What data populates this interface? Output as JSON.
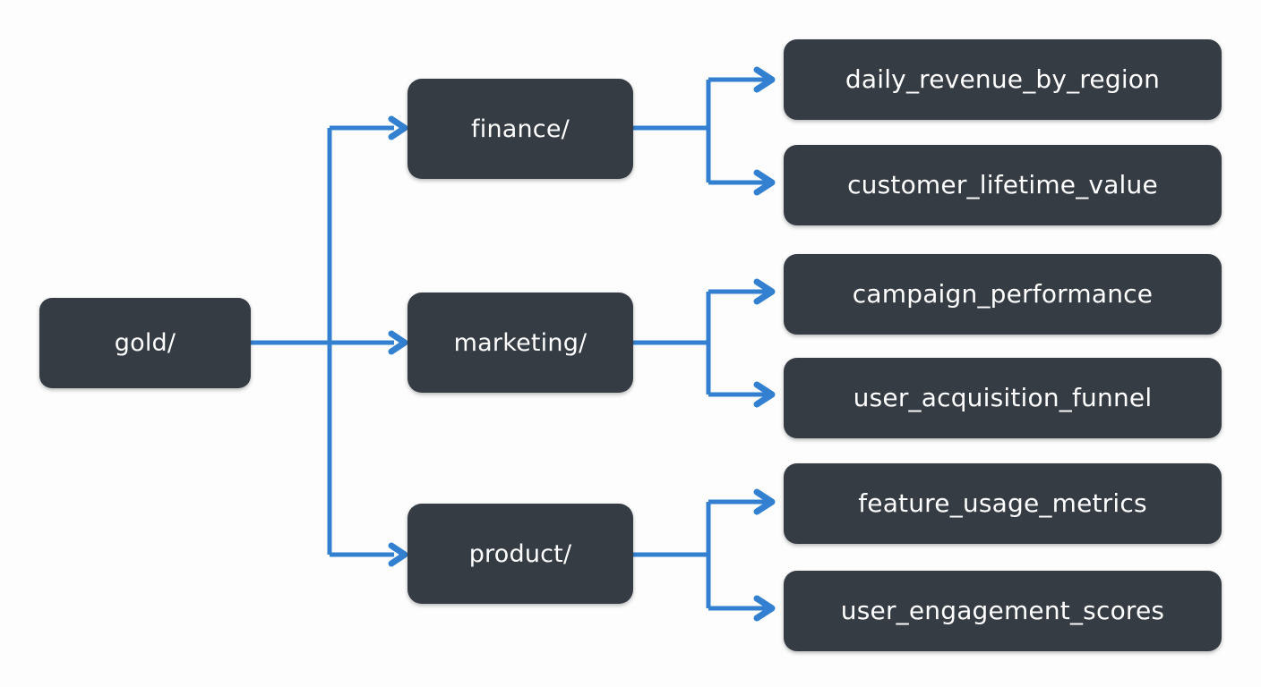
{
  "diagram": {
    "type": "tree",
    "orientation": "left-to-right",
    "background_color": "#fdfdfd",
    "node_fill": "#363c44",
    "node_text_color": "#ffffff",
    "edge_color": "#3380d0",
    "edge_width": 5,
    "arrow_style": "open-chevron",
    "root": {
      "id": "gold",
      "label": "gold/"
    },
    "branches": [
      {
        "id": "finance",
        "label": "finance/",
        "children": [
          {
            "id": "daily_revenue_by_region",
            "label": "daily_revenue_by_region"
          },
          {
            "id": "customer_lifetime_value",
            "label": "customer_lifetime_value"
          }
        ]
      },
      {
        "id": "marketing",
        "label": "marketing/",
        "children": [
          {
            "id": "campaign_performance",
            "label": "campaign_performance"
          },
          {
            "id": "user_acquisition_funnel",
            "label": "user_acquisition_funnel"
          }
        ]
      },
      {
        "id": "product",
        "label": "product/",
        "children": [
          {
            "id": "feature_usage_metrics",
            "label": "feature_usage_metrics"
          },
          {
            "id": "user_engagement_scores",
            "label": "user_engagement_scores"
          }
        ]
      }
    ],
    "leaves_flat": [
      "daily_revenue_by_region",
      "customer_lifetime_value",
      "campaign_performance",
      "user_acquisition_funnel",
      "feature_usage_metrics",
      "user_engagement_scores"
    ]
  }
}
